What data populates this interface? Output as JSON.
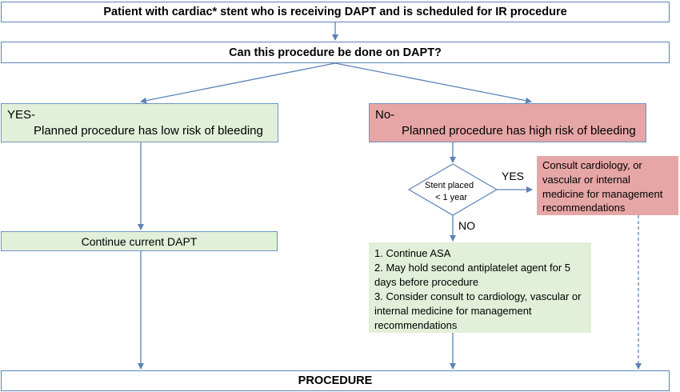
{
  "top_box": "Patient with cardiac* stent who is receiving DAPT and is scheduled for IR procedure",
  "question_box": "Can this procedure be done on DAPT?",
  "yes_branch": {
    "title": "YES-",
    "subtitle": "Planned procedure has low risk of bleeding"
  },
  "no_branch": {
    "title": "No-",
    "subtitle": "Planned procedure has high risk of bleeding"
  },
  "decision": {
    "line1": "Stent placed",
    "line2": "< 1 year",
    "yes_label": "YES",
    "no_label": "NO"
  },
  "consult_box": {
    "line1": "Consult cardiology, or",
    "line2": "vascular or internal",
    "line3": "medicine for management",
    "line4": "recommendations"
  },
  "continue_box": "Continue current DAPT",
  "plan_box": {
    "lines": [
      "1. Continue ASA",
      "2. May hold second antiplatelet agent for 5",
      "days before procedure",
      "3. Consider consult to cardiology, vascular or",
      "internal medicine for management",
      "recommendations"
    ]
  },
  "procedure_box": "PROCEDURE",
  "colors": {
    "border": "#5b82b8",
    "green_fill": "#e2efd9",
    "red_fill": "#e6a6a6",
    "arrow": "#5b82b8"
  }
}
